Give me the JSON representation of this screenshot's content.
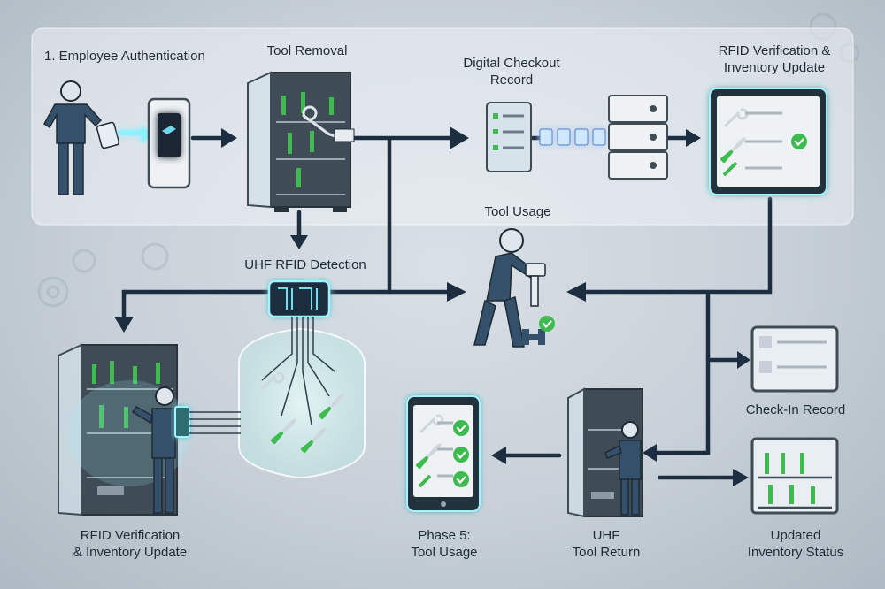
{
  "labels": {
    "auth": "1. Employee Authentication",
    "removal": "Tool Removal",
    "checkout_1": "Digital Checkout",
    "checkout_2": "Record",
    "verify_top_1": "RFID Verification &",
    "verify_top_2": "Inventory Update",
    "usage": "Tool Usage",
    "uhf_detect": "UHF RFID Detection",
    "verify_bottom_1": "RFID Verification",
    "verify_bottom_2": "& Inventory Update",
    "phase5_1": "Phase 5:",
    "phase5_2": "Tool Usage",
    "return_1": "UHF",
    "return_2": "Tool Return",
    "checkin": "Check-In Record",
    "status_1": "Updated",
    "status_2": "Inventory Status"
  },
  "colors": {
    "arrow": "#1c2e40",
    "figure": "#34506a",
    "glow": "#8ff0ff",
    "check": "#3dbb4f",
    "panel": "#e9eef2",
    "cabinet": "#3f4b55"
  },
  "icons": [
    "employee-icon",
    "rfid-reader-icon",
    "cabinet-icon",
    "clipboard-icon",
    "server-icon",
    "tablet-icon",
    "check-icon",
    "rfid-chip-icon",
    "wrench-icon",
    "pliers-icon",
    "gear-icon"
  ]
}
